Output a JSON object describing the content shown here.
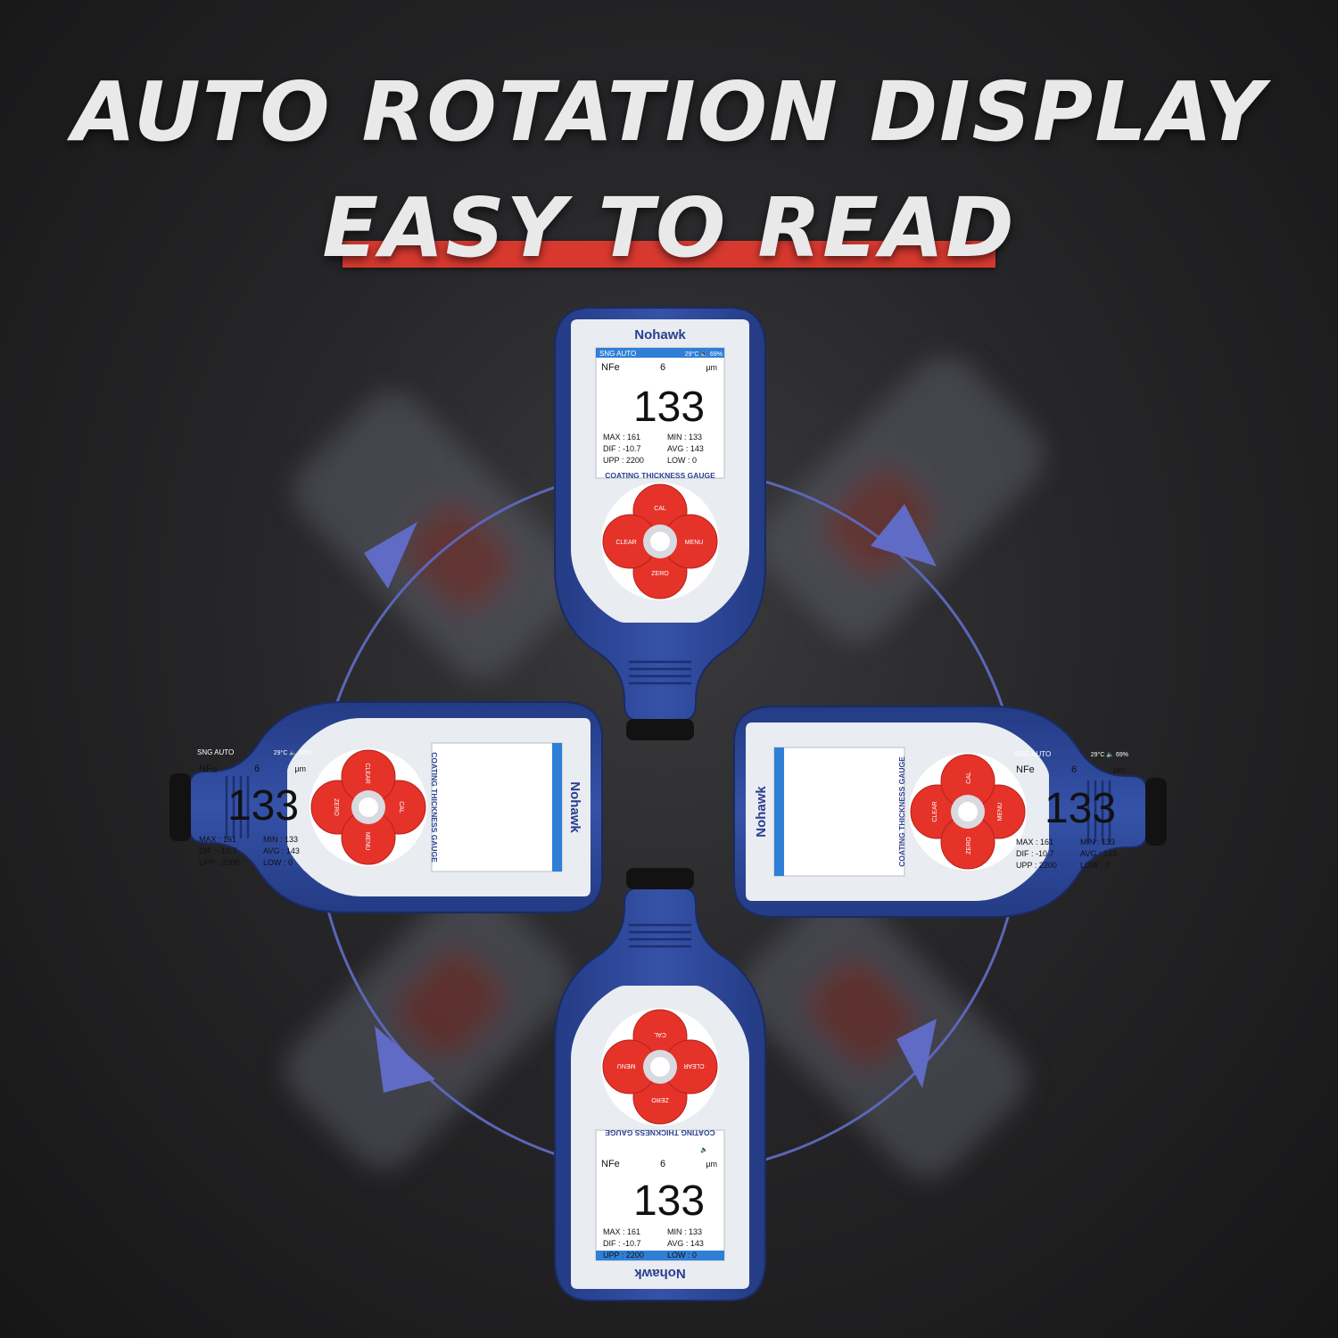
{
  "headline": {
    "line1": "AUTO ROTATION DISPLAY",
    "line2": "EASY TO READ"
  },
  "colors": {
    "accent_red": "#d8392f",
    "gauge_blue": "#2f4a9c",
    "ring_blue": "#6670c4",
    "button_red": "#e5332a"
  },
  "device": {
    "brand": "Nohawk",
    "model_label": "COATING THICKNESS GAUGE",
    "screen": {
      "mode": "SNG AUTO",
      "status": "29°C 🔈 69%",
      "probe": "NFe",
      "count": "6",
      "unit": "μm",
      "reading": "133",
      "stats": {
        "max": "MAX : 161",
        "min": "MIN : 133",
        "dif": "DIF : -10.7",
        "avg": "AVG : 143",
        "upp": "UPP : 2200",
        "low": "LOW : 0"
      }
    },
    "buttons": {
      "cal": "CAL",
      "zero": "ZERO",
      "clear": "CLEAR",
      "menu": "MENU"
    }
  }
}
